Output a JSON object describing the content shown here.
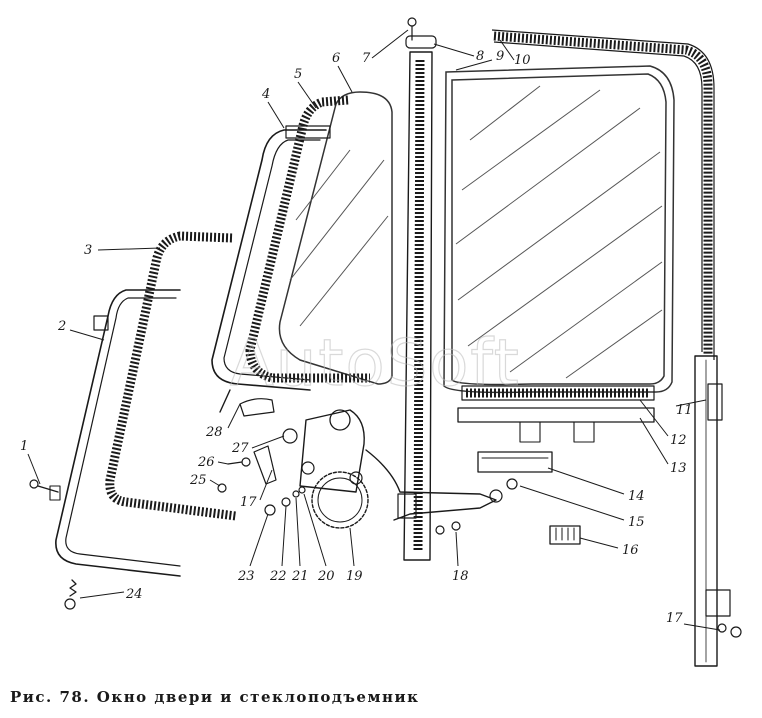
{
  "caption": "Рис. 78. Окно двери и стеклоподъемник",
  "watermark": "AutoSoft",
  "callouts": [
    "1",
    "2",
    "3",
    "4",
    "5",
    "6",
    "7",
    "8",
    "9",
    "10",
    "11",
    "12",
    "13",
    "14",
    "15",
    "16",
    "17",
    "17",
    "18",
    "19",
    "20",
    "21",
    "22",
    "23",
    "24",
    "25",
    "26",
    "27",
    "28"
  ]
}
